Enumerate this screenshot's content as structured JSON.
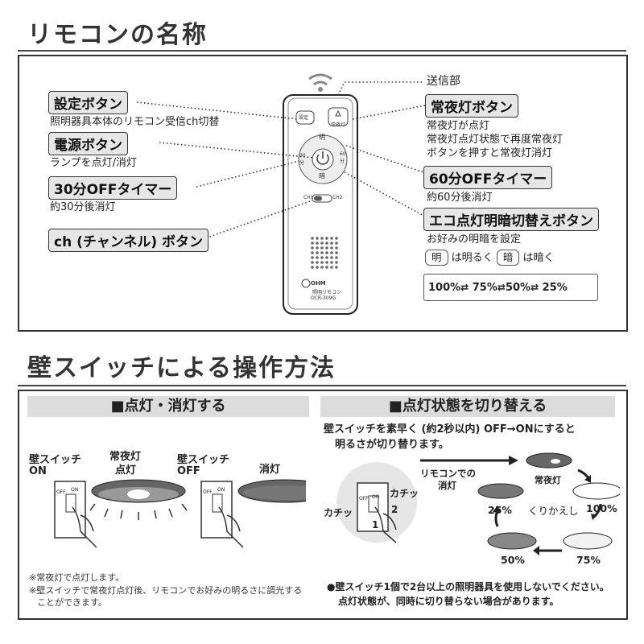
{
  "section1": {
    "title": "リモコンの名称",
    "callouts": {
      "transmitter": "送信部",
      "setting": {
        "label": "設定ボタン",
        "desc": "照明器具本体のリモコン受信ch切替"
      },
      "power": {
        "label": "電源ボタン",
        "desc": "ランプを点灯/消灯"
      },
      "timer30": {
        "label": "30分OFFタイマー",
        "desc": "約30分後消灯"
      },
      "channel": {
        "label": "ch (チャンネル) ボタン"
      },
      "nightlight": {
        "label": "常夜灯ボタン",
        "desc": [
          "常夜灯が点灯",
          "常夜灯点灯状態で再度常夜灯",
          "ボタンを押すと常夜灯消灯"
        ]
      },
      "timer60": {
        "label": "60分OFFタイマー",
        "desc": "約60分後消灯"
      },
      "eco": {
        "label": "エコ点灯明暗切替えボタン",
        "desc": "お好みの明暗を設定",
        "bright_key": "明",
        "bright_text": "は明るく",
        "dark_key": "暗",
        "dark_text": "は暗く"
      },
      "levels": [
        "100%",
        "75%",
        "50%",
        "25%"
      ]
    },
    "remote": {
      "btn_setting": "設定",
      "btn_night": "常夜灯",
      "btn_bright": "明",
      "btn_dark": "暗",
      "btn_30": "30分",
      "btn_60": "60分",
      "ch1": "CH1",
      "ch2": "CH2",
      "brand": "OHM",
      "model_name": "照明リモコン",
      "model_no": "OCR-309G"
    }
  },
  "section2": {
    "title": "壁スイッチによる操作方法",
    "left": {
      "header": "■点灯・消灯する",
      "on_label": [
        "壁スイッチ",
        "ON"
      ],
      "on_result": [
        "常夜灯",
        "点灯"
      ],
      "off_label": [
        "壁スイッチ",
        "OFF"
      ],
      "off_result": "消灯",
      "switch_off": "OFF",
      "switch_on": "ON",
      "notes": [
        "※常夜灯で点灯します。",
        "※壁スイッチで常夜灯点灯後、リモコンでお好みの明るさに調光する",
        "ことができます。"
      ]
    },
    "right": {
      "header": "■点灯状態を切り替える",
      "intro": [
        "壁スイッチを素早く (約2秒以内) OFF→ONにすると",
        "明るさが切り替ります。"
      ],
      "click1": "カチッ",
      "click2": "カチッ",
      "step1": "1",
      "step2": "2",
      "remote_off": [
        "リモコンでの",
        "消灯"
      ],
      "night": "常夜灯",
      "cycle": [
        "100%",
        "75%",
        "50%",
        "25%"
      ],
      "repeat": "くりかえし",
      "warning": [
        "●壁スイッチ1個で2台以上の照明器具を使用しないでください。",
        "点灯状態が、同時に切り替らない場合があります。"
      ]
    }
  }
}
